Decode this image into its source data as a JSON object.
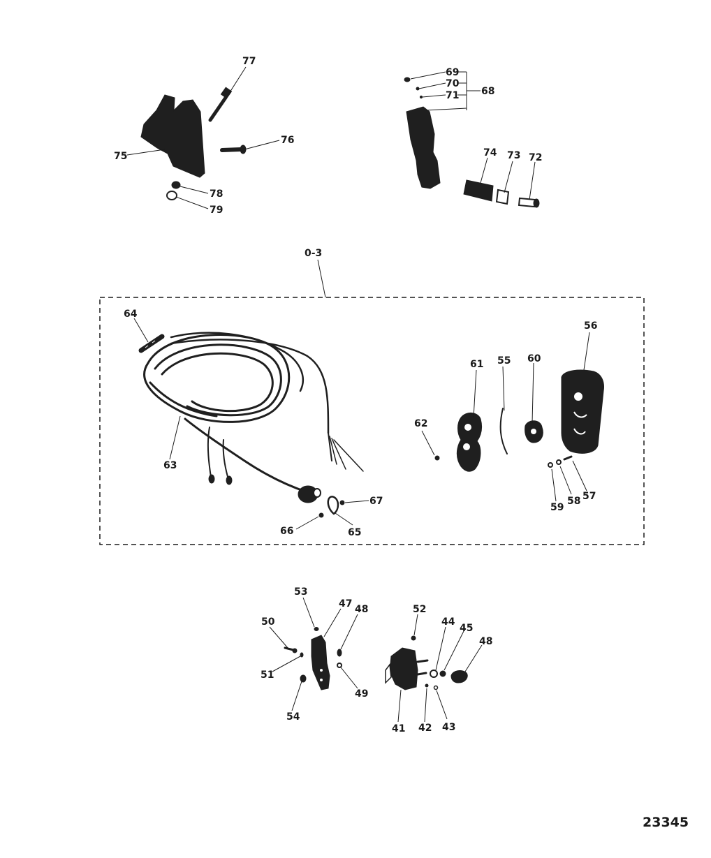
{
  "figure_number": "23345",
  "group_label": "0-3",
  "callouts": {
    "c77": "77",
    "c76": "76",
    "c75": "75",
    "c78": "78",
    "c79": "79",
    "c69": "69",
    "c70": "70",
    "c71": "71",
    "c68": "68",
    "c74": "74",
    "c73": "73",
    "c72": "72",
    "c64": "64",
    "c63": "63",
    "c61": "61",
    "c55": "55",
    "c60": "60",
    "c56": "56",
    "c62": "62",
    "c59": "59",
    "c58": "58",
    "c57": "57",
    "c67": "67",
    "c66": "66",
    "c65": "65",
    "c53": "53",
    "c47": "47",
    "c48a": "48",
    "c50": "50",
    "c51": "51",
    "c49": "49",
    "c54": "54",
    "c52": "52",
    "c44": "44",
    "c45": "45",
    "c48b": "48",
    "c41": "41",
    "c42": "42",
    "c43": "43"
  }
}
